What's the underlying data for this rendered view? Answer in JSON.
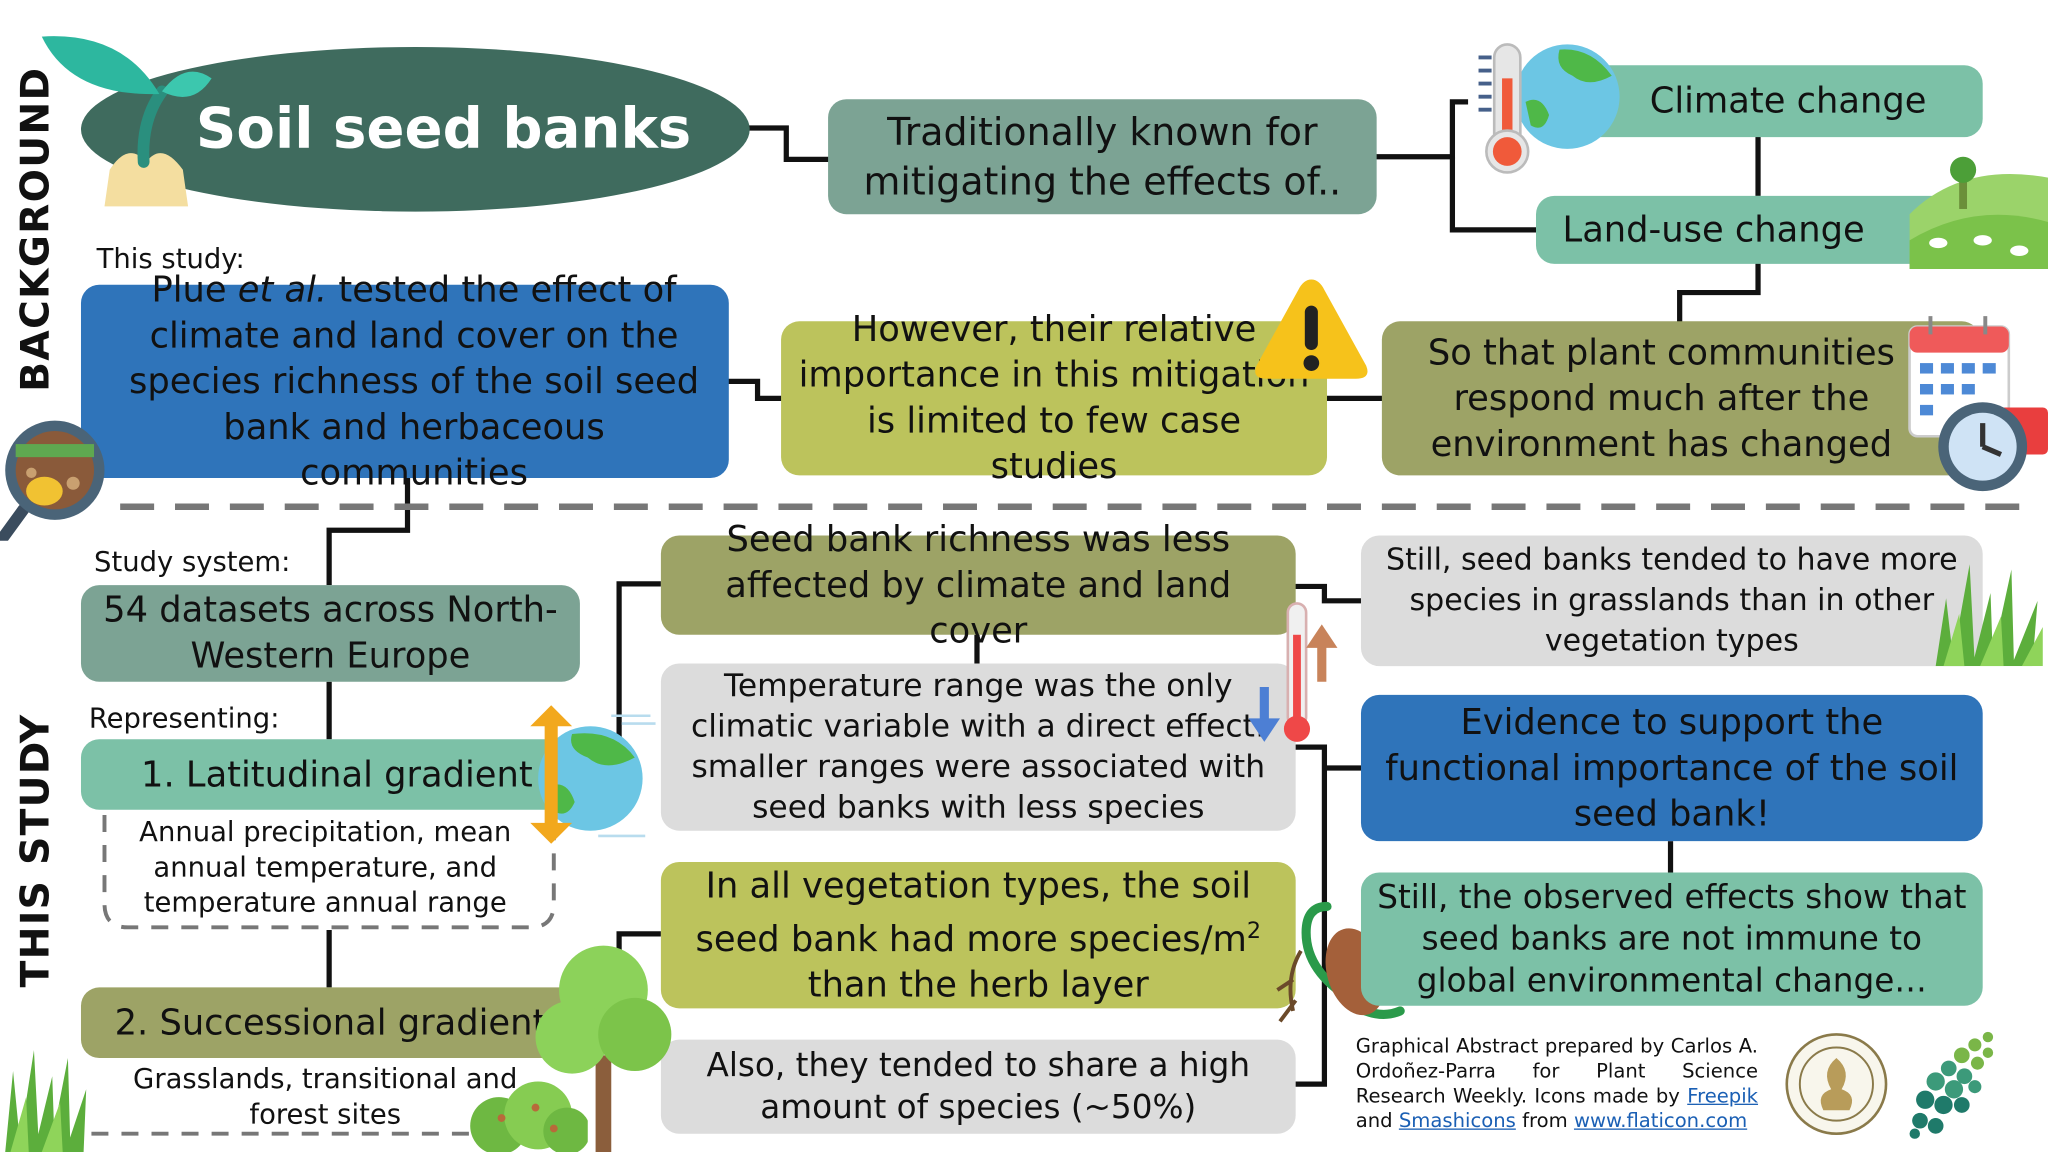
{
  "sections": {
    "background": "BACKGROUND",
    "this_study": "THIS STUDY"
  },
  "title": "Soil seed banks",
  "background": {
    "traditionally": "Traditionally known for mitigating the effects of..",
    "climate_change": "Climate change",
    "land_use_change": "Land-use change",
    "this_study_label": "This study:",
    "plue": {
      "pre": "Plue ",
      "em": "et al.",
      "post": " tested the effect of climate and land cover on the species richness of the soil seed bank and herbaceous communities"
    },
    "however": "However, their relative importance in this mitigation is limited to few case studies",
    "so_that": "So that plant communities respond much after the environment has changed"
  },
  "study": {
    "system_label": "Study system:",
    "datasets": "54 datasets across North-Western Europe",
    "representing_label": "Representing:",
    "latitudinal": "1. Latitudinal gradient",
    "latitudinal_desc": "Annual precipitation, mean annual temperature, and temperature annual range",
    "successional": "2. Successional gradient",
    "successional_desc": "Grasslands, transitional and forest sites"
  },
  "results": {
    "richness_less": "Seed bank richness was less affected by climate and land cover",
    "temperature": "Temperature range was the only climatic variable with a direct effect: smaller ranges were associated with seed banks with less species",
    "vegetation": {
      "pre": "In all vegetation types, the soil seed bank had more species/m",
      "sup": "2",
      "post": " than the herb layer"
    },
    "also": "Also, they tended to share a high amount of species (~50%)",
    "grasslands": "Still, seed banks tended to have more species in grasslands than in other vegetation types",
    "evidence": "Evidence to support the functional importance of the soil seed bank!",
    "observed": "Still, the observed effects show that seed banks are not immune to global environmental change…"
  },
  "credits": {
    "line": "Graphical Abstract prepared by Carlos A. Ordoñez-Parra for Plant Science Research Weekly. Icons made by",
    "freepik": "Freepik",
    "and": "and",
    "smashicons": "Smashicons",
    "from": "from",
    "flaticon": "www.flaticon.com"
  },
  "icons": [
    "seedling-icon",
    "thermometer-icon",
    "globe-icon",
    "landscape-icon",
    "warning-icon",
    "calendar-icon",
    "clock-icon",
    "magnifier-soil-icon",
    "grass-icon",
    "temperature-arrows-icon",
    "tree-icon",
    "bush-icon",
    "seed-sprout-icon",
    "society-logo-icon",
    "dots-logo-icon"
  ],
  "colors": {
    "dark_green": "#3f6b5e",
    "sage": "#7ca394",
    "teal": "#7cc1a7",
    "blue": "#2f74ba",
    "olive_light": "#bcc35c",
    "olive": "#9da366",
    "olive_dark": "#8b9460",
    "grey": "#dcdcdc"
  }
}
